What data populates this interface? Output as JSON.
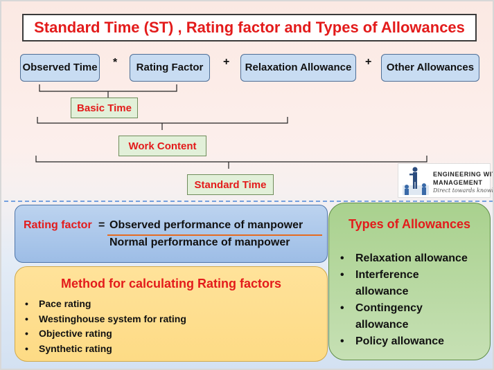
{
  "title": "Standard Time (ST) , Rating factor  and Types of Allowances",
  "equation": {
    "terms": [
      "Observed Time",
      "Rating Factor",
      "Relaxation Allowance",
      "Other Allowances"
    ],
    "operators": [
      "*",
      "+",
      "+"
    ]
  },
  "results": {
    "basic_time": "Basic Time",
    "work_content": "Work Content",
    "standard_time": "Standard Time"
  },
  "logo": {
    "line1": "ENGINEERING WITH",
    "line2": "MANAGEMENT",
    "tagline": "Direct towards knowledge"
  },
  "rating_factor": {
    "label": "Rating factor",
    "equals": "=",
    "numerator": "Observed performance of manpower",
    "denominator": "Normal performance of manpower"
  },
  "methods": {
    "title": "Method for calculating Rating factors",
    "bullet": "•",
    "items": [
      "Pace rating",
      "Westinghouse system for rating",
      "Objective rating",
      "Synthetic rating"
    ]
  },
  "types": {
    "title": "Types of Allowances",
    "bullet": "•",
    "items": [
      "Relaxation allowance",
      "Interference allowance",
      "Contingency allowance",
      "Policy allowance"
    ]
  },
  "colors": {
    "accent_red": "#e31b1b",
    "term_blue": "#c8dcf2",
    "result_green": "#e2f0d9",
    "divider_blue": "#4a86d8",
    "underline_orange": "#e66a1f"
  }
}
